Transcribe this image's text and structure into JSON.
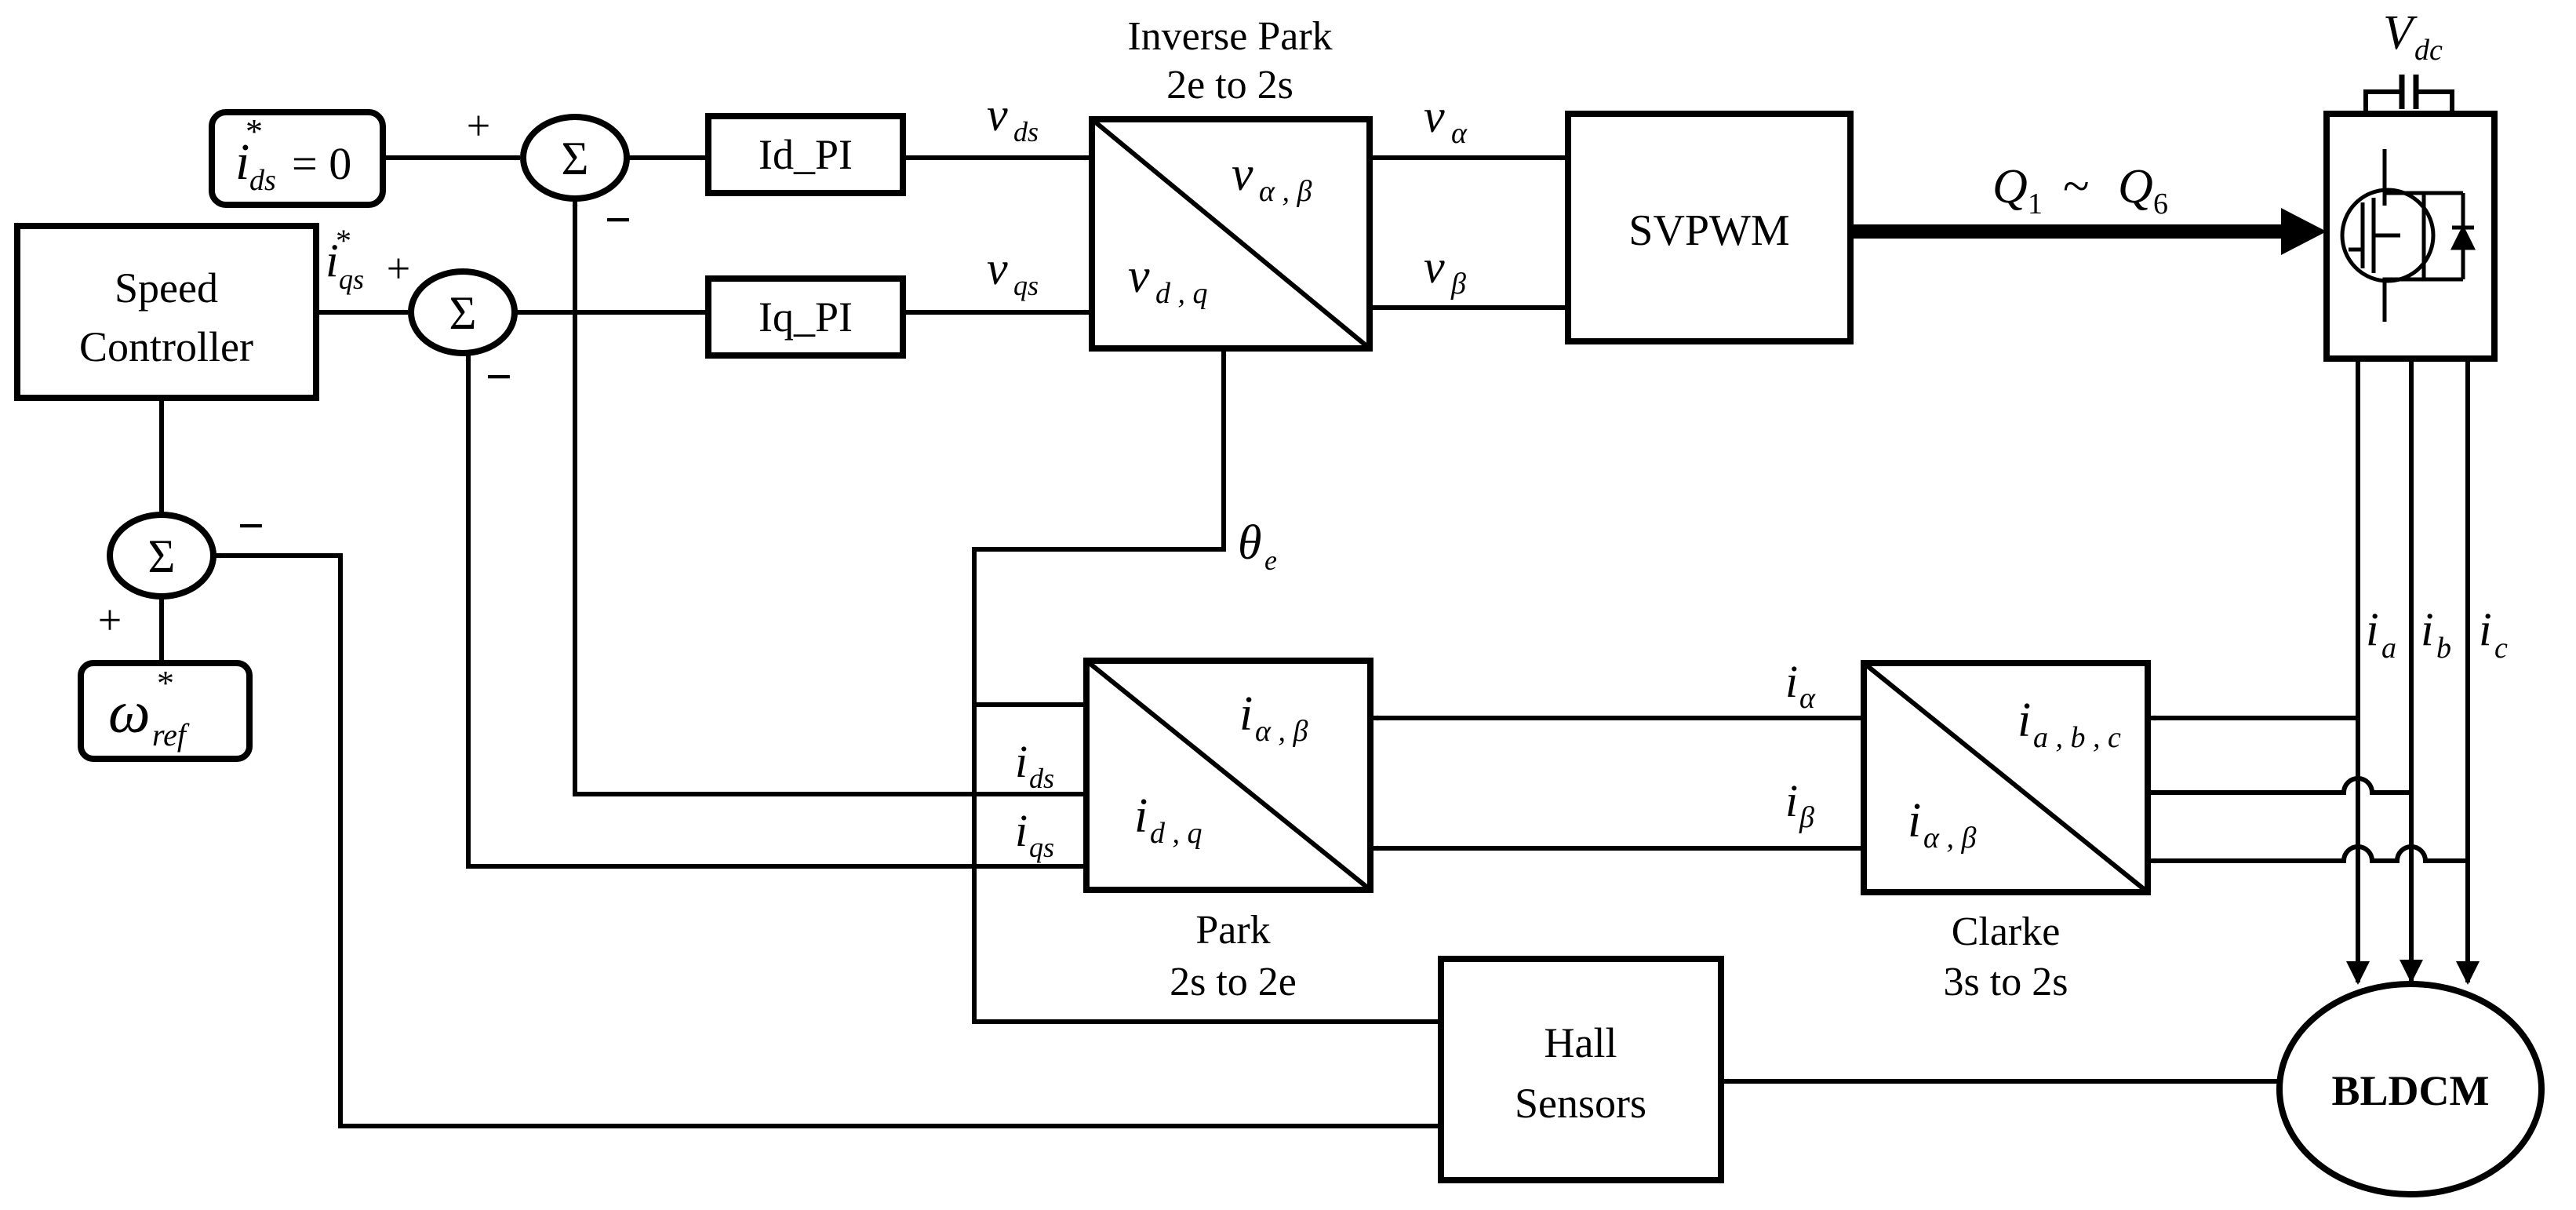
{
  "blocks": {
    "speed_controller": {
      "line1": "Speed",
      "line2": "Controller"
    },
    "id_pi": "Id_PI",
    "iq_pi": "Iq_PI",
    "svpwm": "SVPWM",
    "inverse_park": {
      "title1": "Inverse Park",
      "title2": "2e to 2s"
    },
    "park": {
      "title1": "Park",
      "title2": "2s to 2e"
    },
    "clarke": {
      "title1": "Clarke",
      "title2": "3s to 2s"
    },
    "hall": {
      "line1": "Hall",
      "line2": "Sensors"
    },
    "bldcm": "BLDCM"
  },
  "symbols": {
    "sum": "Σ",
    "plus": "+",
    "minus": "−",
    "i": "i",
    "v": "v",
    "Q": "Q",
    "V": "V",
    "omega": "ω",
    "theta": "θ",
    "star": "*",
    "eq_zero": "= 0",
    "tilde": "~",
    "one": "1",
    "six": "6",
    "sub_ds": "ds",
    "sub_qs": "qs",
    "sub_ref": "ref",
    "sub_dc": "dc",
    "sub_e": "e",
    "sub_alpha": "α",
    "sub_beta": "β",
    "sub_a": "a",
    "sub_b": "b",
    "sub_c": "c",
    "sub_alpha_beta": "α , β",
    "sub_d_q": "d , q",
    "sub_a_b_c": "a , b , c"
  }
}
